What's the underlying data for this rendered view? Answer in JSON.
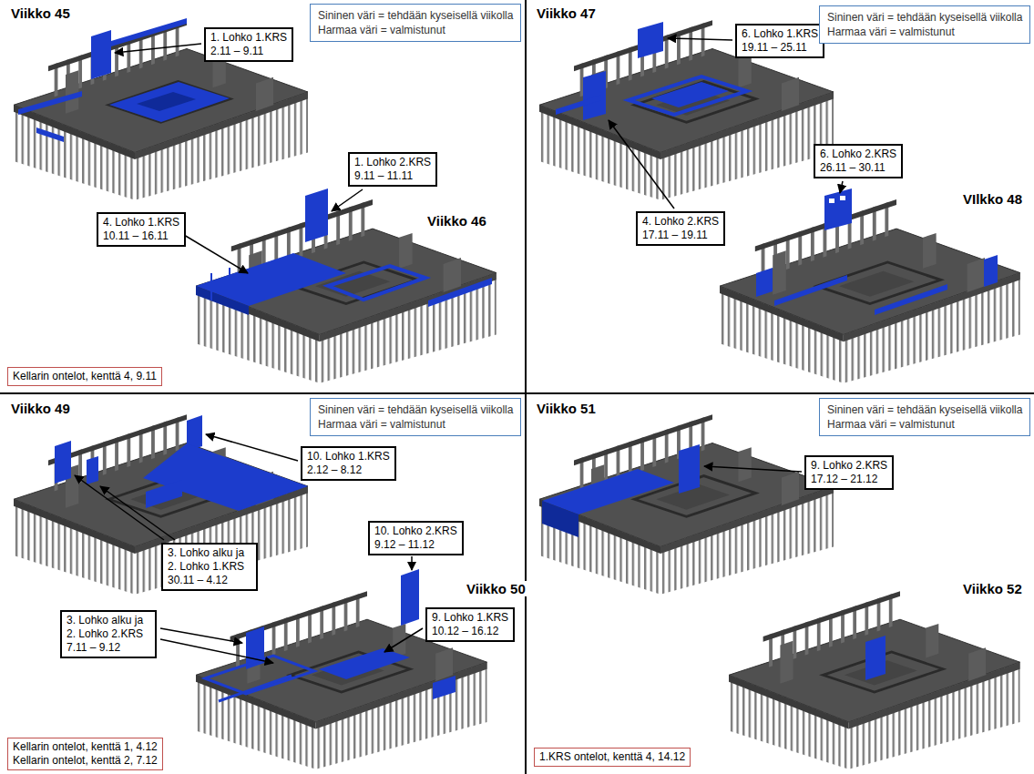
{
  "diagram": {
    "nodes": [
      {
        "text": [
          "Sininen väri = tehdään kyseisellä viikolla",
          "Harmaa väri = valmistunut"
        ]
      },
      {
        "text": [
          "1. Lohko 1.KRS",
          "2.11 – 9.11"
        ]
      },
      {
        "text": [
          "1. Lohko 2.KRS",
          "9.11 – 11.11"
        ]
      },
      {
        "text": [
          "4. Lohko 1.KRS",
          "10.11 – 16.11"
        ]
      },
      {
        "text": [
          "Kellarin ontelot, kenttä 4, 9.11"
        ]
      },
      {
        "text": [
          "6. Lohko 1.KRS",
          "19.11 – 25.11"
        ]
      },
      {
        "text": [
          "Sininen väri = tehdään kyseisellä viikolla",
          "Harmaa väri = valmistunut"
        ]
      },
      {
        "text": [
          "6. Lohko 2.KRS",
          "26.11 – 30.11"
        ]
      },
      {
        "text": [
          "4. Lohko 2.KRS",
          "17.11 – 19.11"
        ]
      },
      {
        "text": [
          "Sininen väri = tehdään kyseisellä viikolla",
          "Harmaa väri = valmistunut"
        ]
      },
      {
        "text": [
          "10. Lohko 1.KRS",
          "2.12 – 8.12"
        ]
      },
      {
        "text": [
          "10. Lohko 2.KRS",
          "9.12 – 11.12"
        ]
      },
      {
        "text": [
          "3. Lohko alku ja 2. Lohko 1.KRS",
          "30.11 – 4.12"
        ]
      },
      {
        "text": [
          "9. Lohko 1.KRS",
          "10.12 – 16.12"
        ]
      },
      {
        "text": [
          "3. Lohko alku ja 2. Lohko 2.KRS",
          "7.11 – 9.12"
        ]
      },
      {
        "text": [
          "Kellarin ontelot, kenttä 1, 4.12",
          "Kellarin ontelot, kenttä 2, 7.12"
        ]
      },
      {
        "text": [
          "Sininen väri = tehdään kyseisellä viikolla",
          "Harmaa väri = valmistunut"
        ]
      },
      {
        "text": [
          "9. Lohko 2.KRS",
          "17.12 – 21.12"
        ]
      },
      {
        "text": [
          "1.KRS ontelot, kenttä 4, 14.12"
        ]
      }
    ],
    "labels": [
      "Viikko 45",
      "Viikko 46",
      "Viikko 47",
      "VIlkko 48",
      "Viikko 49",
      "Viikko 50",
      "Viikko 51",
      "Viikko 52"
    ]
  }
}
